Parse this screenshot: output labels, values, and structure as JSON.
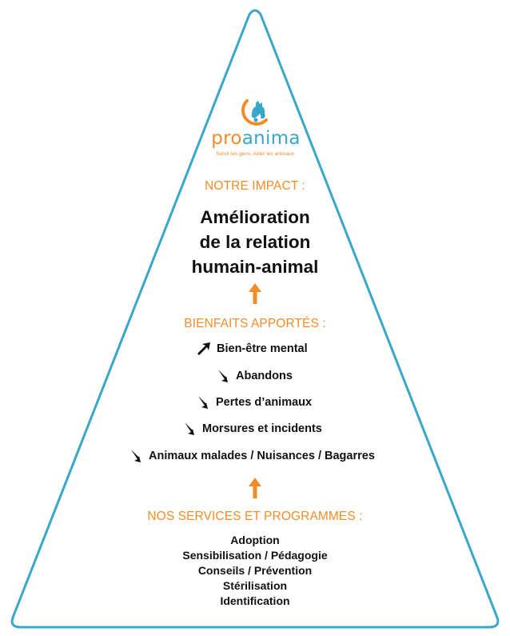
{
  "logo": {
    "word_pro": "pro",
    "word_anima": "anima",
    "tagline": "Servir les gens. Aider les animaux."
  },
  "impact": {
    "heading": "NOTRE IMPACT :",
    "lines": [
      "Amélioration",
      "de la relation",
      "humain-animal"
    ]
  },
  "benefits": {
    "heading": "BIENFAITS APPORTÉS :",
    "items": [
      {
        "label": "Bien-être mental",
        "trend": "up-arrow-icon"
      },
      {
        "label": "Abandons",
        "trend": "down-arrow-icon"
      },
      {
        "label": "Pertes d’animaux",
        "trend": "down-arrow-icon"
      },
      {
        "label": "Morsures et incidents",
        "trend": "down-arrow-icon"
      },
      {
        "label": "Animaux malades / Nuisances / Bagarres",
        "trend": "down-arrow-icon"
      }
    ]
  },
  "services": {
    "heading": "NOS SERVICES ET PROGRAMMES :",
    "items": [
      "Adoption",
      "Sensibilisation / Pédagogie",
      "Conseils / Prévention",
      "Stérilisation",
      "Identification"
    ]
  },
  "colors": {
    "accent_orange": "#f28c28",
    "outline_blue": "#39a7c9",
    "text": "#111111"
  }
}
